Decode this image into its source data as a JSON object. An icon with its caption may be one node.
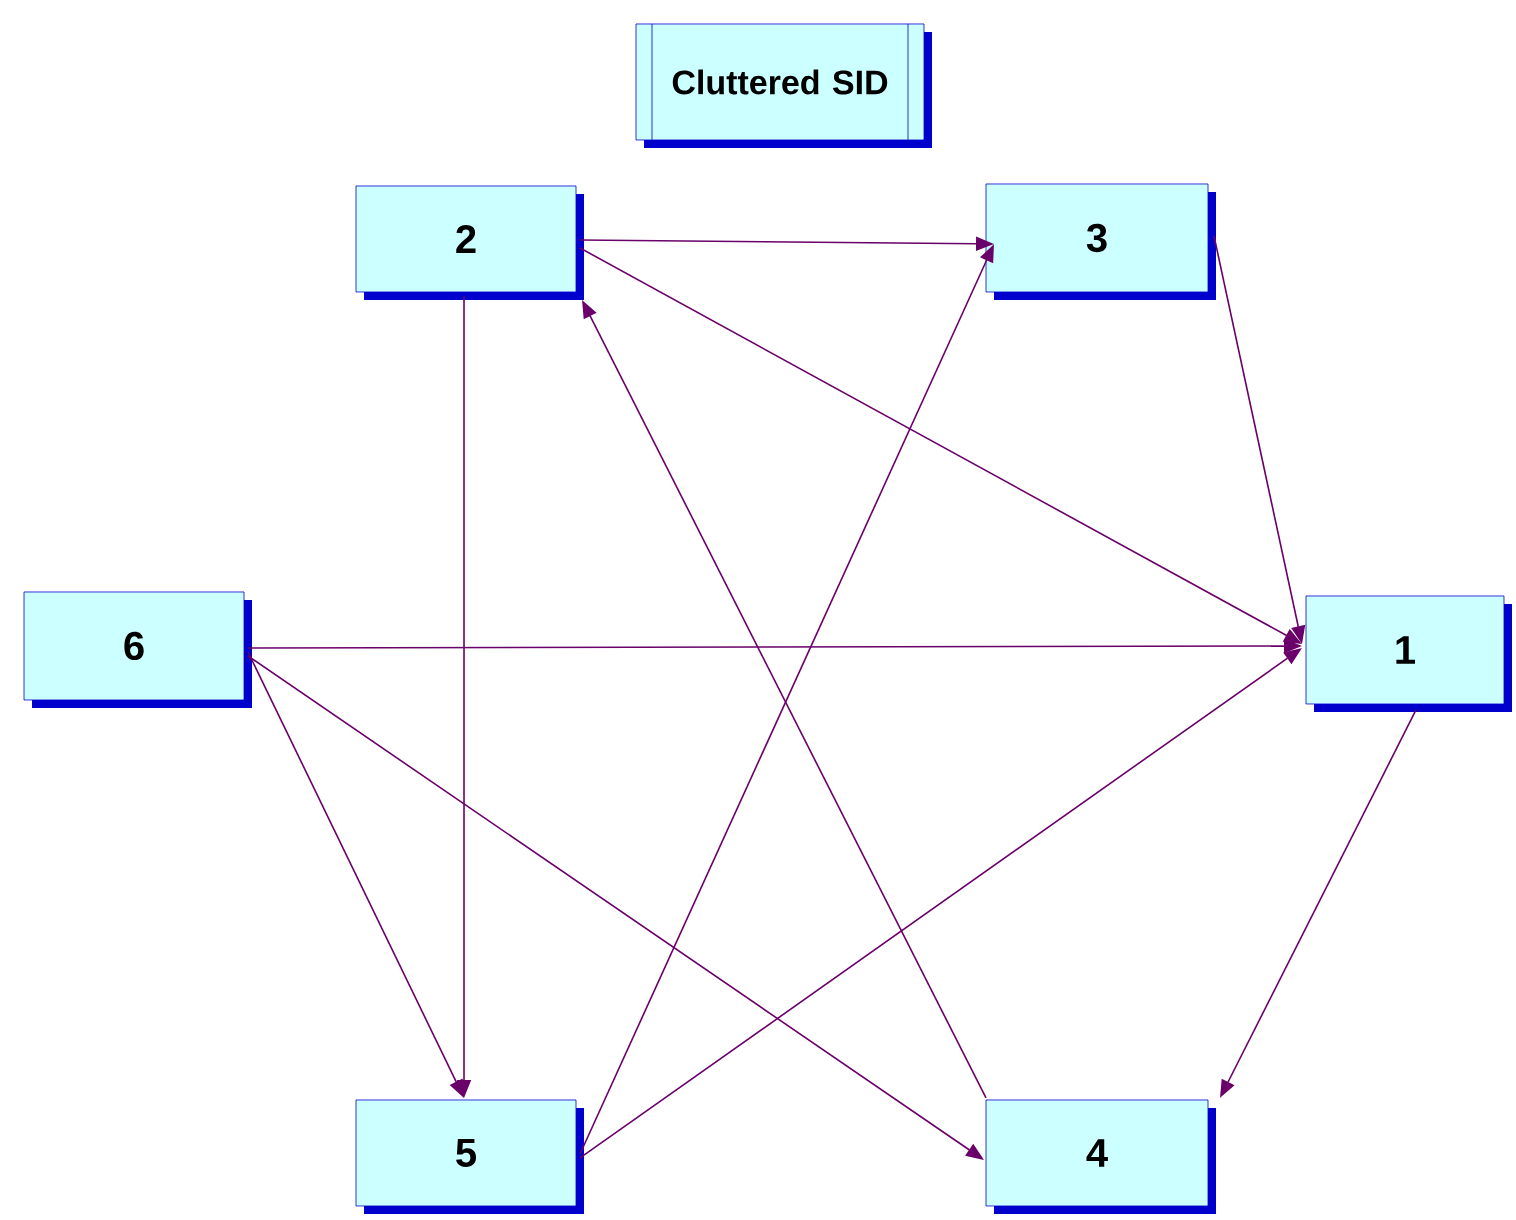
{
  "diagram": {
    "title": "Cluttered SID",
    "nodes": [
      {
        "text": [
          "1"
        ]
      },
      {
        "text": [
          "2"
        ]
      },
      {
        "text": [
          "3"
        ]
      },
      {
        "text": [
          "4"
        ]
      },
      {
        "text": [
          "5"
        ]
      },
      {
        "text": [
          "6"
        ]
      }
    ],
    "edges": [
      {
        "from": 1,
        "to": 2,
        "arrow": "to"
      },
      {
        "from": 1,
        "to": 0,
        "arrow": "to"
      },
      {
        "from": 1,
        "to": 4,
        "arrow": "to"
      },
      {
        "from": 2,
        "to": 0,
        "arrow": "to"
      },
      {
        "from": 5,
        "to": 0,
        "arrow": "to"
      },
      {
        "from": 5,
        "to": 4,
        "arrow": "to"
      },
      {
        "from": 5,
        "to": 3,
        "arrow": "to"
      },
      {
        "from": 4,
        "to": 2,
        "arrow": "to"
      },
      {
        "from": 4,
        "to": 0,
        "arrow": "to"
      },
      {
        "from": 3,
        "to": 1,
        "arrow": "to"
      },
      {
        "from": 0,
        "to": 3,
        "arrow": "to"
      }
    ]
  }
}
